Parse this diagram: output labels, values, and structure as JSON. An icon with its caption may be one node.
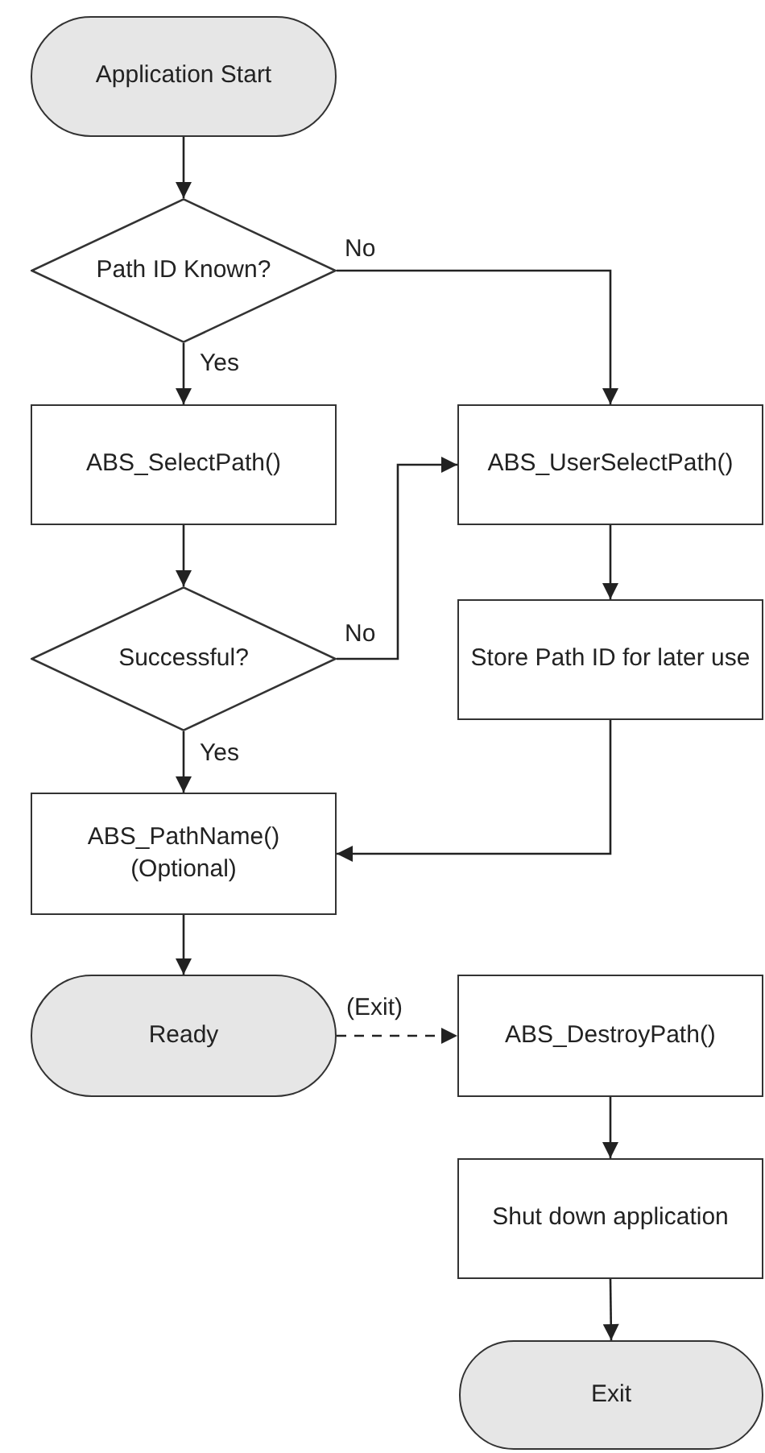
{
  "diagram": {
    "nodes": [
      {
        "text": [
          "Application Start"
        ]
      },
      {
        "text": [
          "Path ID Known?"
        ]
      },
      {
        "text": [
          "ABS_SelectPath()"
        ]
      },
      {
        "text": [
          "ABS_UserSelectPath()"
        ]
      },
      {
        "text": [
          "Successful?"
        ]
      },
      {
        "text": [
          "Store Path ID for later use"
        ]
      },
      {
        "text": [
          "ABS_PathName() (Optional)"
        ]
      },
      {
        "text": [
          "Ready"
        ]
      },
      {
        "text": [
          "ABS_DestroyPath()"
        ]
      },
      {
        "text": [
          "Shut down application"
        ]
      },
      {
        "text": [
          "Exit"
        ]
      }
    ],
    "edges": [
      {
        "from": 0,
        "to": 1,
        "arrow": "to"
      },
      {
        "from": 1,
        "to": 2,
        "arrow": "to",
        "label": "Yes"
      },
      {
        "from": 1,
        "to": 3,
        "arrow": "to",
        "label": "No"
      },
      {
        "from": 2,
        "to": 4,
        "arrow": "to"
      },
      {
        "from": 4,
        "to": 3,
        "arrow": "to",
        "label": "No"
      },
      {
        "from": 3,
        "to": 5,
        "arrow": "to"
      },
      {
        "from": 4,
        "to": 6,
        "arrow": "to",
        "label": "Yes"
      },
      {
        "from": 5,
        "to": 6,
        "arrow": "to"
      },
      {
        "from": 6,
        "to": 7,
        "arrow": "to"
      },
      {
        "from": 7,
        "to": 8,
        "arrow": "to",
        "label": "(Exit)",
        "style": "dashed"
      },
      {
        "from": 8,
        "to": 9,
        "arrow": "to"
      },
      {
        "from": 9,
        "to": 10,
        "arrow": "to"
      }
    ]
  }
}
